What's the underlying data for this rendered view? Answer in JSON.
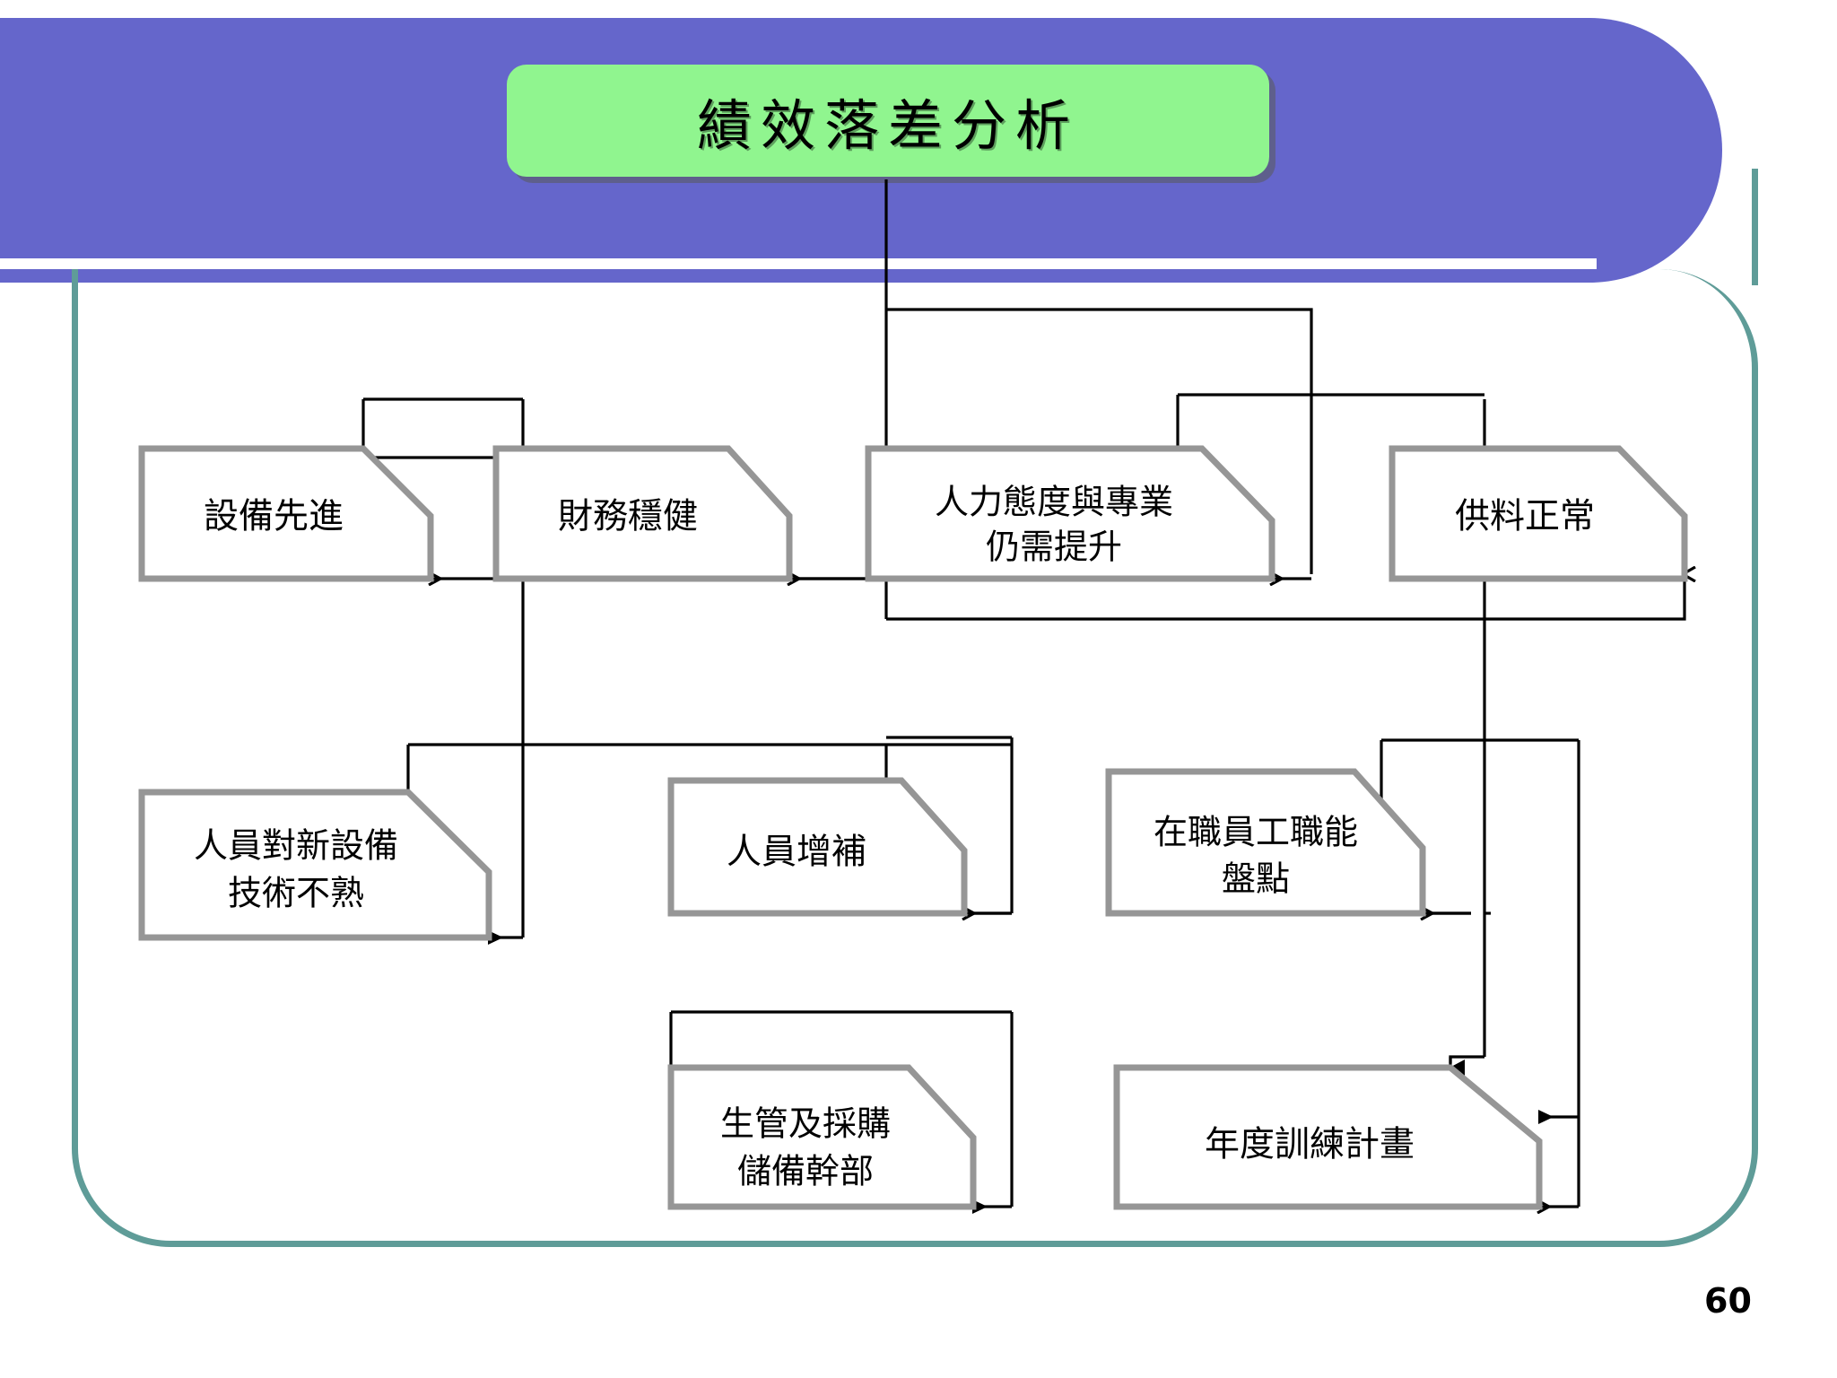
{
  "slide": {
    "title": "績效落差分析",
    "page_number": "60",
    "colors": {
      "banner": "#6566cb",
      "title_fill": "#90f58f",
      "frame": "#5f9c98",
      "box_stroke": "#969696",
      "connector": "#000000"
    }
  },
  "diagram": {
    "type": "flow-pentagon-chevrons",
    "rows": [
      {
        "row": 1,
        "boxes": [
          {
            "id": "equipment-advanced",
            "lines": [
              "設備先進"
            ]
          },
          {
            "id": "finance-sound",
            "lines": [
              "財務穩健"
            ]
          },
          {
            "id": "hr-attitude",
            "lines": [
              "人力態度與專業",
              "仍需提升"
            ]
          },
          {
            "id": "supply-normal",
            "lines": [
              "供料正常"
            ]
          }
        ]
      },
      {
        "row": 2,
        "boxes": [
          {
            "id": "staff-unfamiliar",
            "lines": [
              "人員對新設備",
              "技術不熟"
            ]
          },
          {
            "id": "staff-replenish",
            "lines": [
              "人員增補"
            ]
          },
          {
            "id": "competency-inventory",
            "lines": [
              "在職員工職能",
              "盤點"
            ]
          }
        ]
      },
      {
        "row": 3,
        "boxes": [
          {
            "id": "reserve-cadre",
            "lines": [
              "生管及採購",
              "儲備幹部"
            ]
          },
          {
            "id": "annual-training",
            "lines": [
              "年度訓練計畫"
            ]
          }
        ]
      }
    ]
  }
}
